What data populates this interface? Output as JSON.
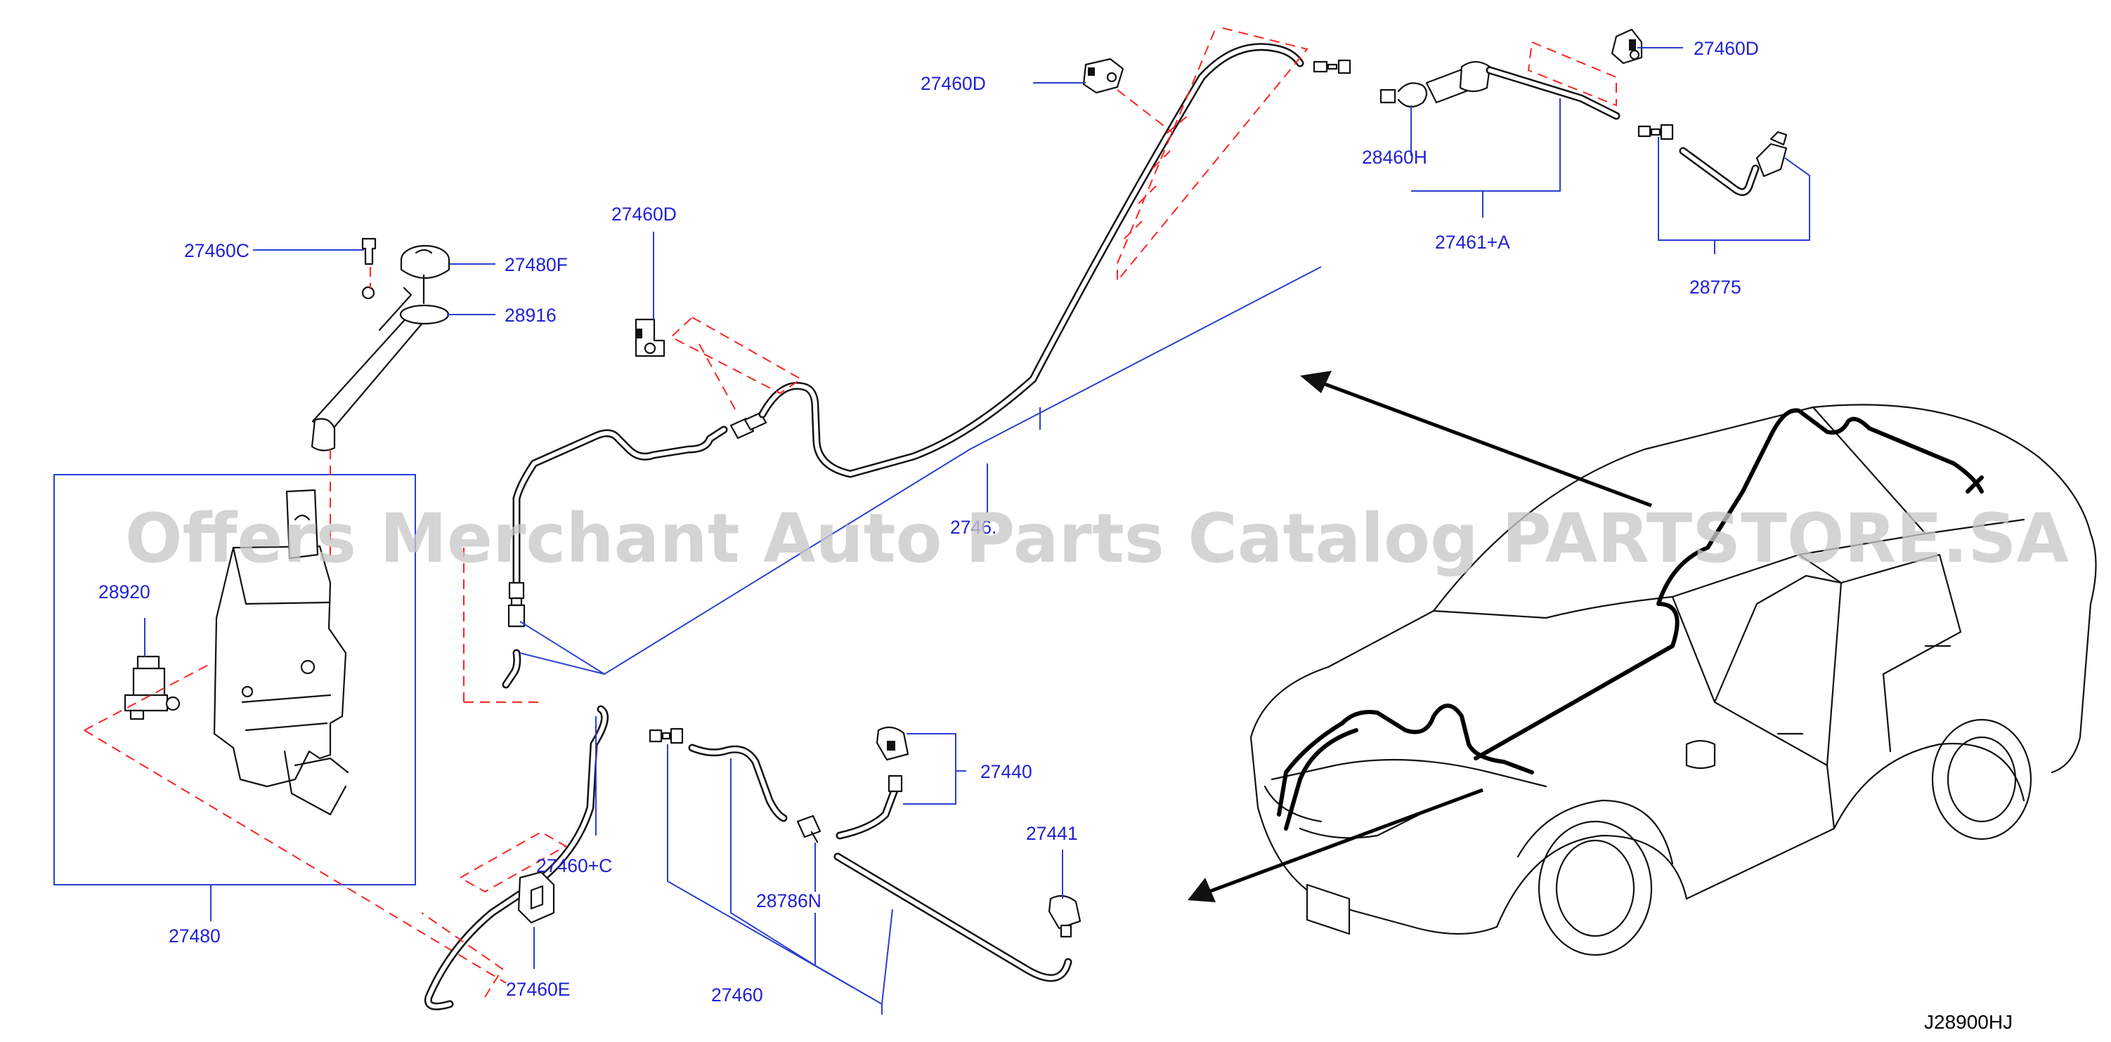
{
  "labels": {
    "l_27460D_top": "27460D",
    "l_27460D_right": "27460D",
    "l_28460H": "28460H",
    "l_27461A": "27461+A",
    "l_28775": "28775",
    "l_27460D_mid": "27460D",
    "l_27460C": "27460C",
    "l_27480F": "27480F",
    "l_28916": "28916",
    "l_28920": "28920",
    "l_27480": "27480",
    "l_27461_partial": "2746.",
    "l_27440": "27440",
    "l_27441": "27441",
    "l_27460C_plus": "27460+C",
    "l_28786N": "28786N",
    "l_27460E": "27460E",
    "l_27460": "27460"
  },
  "watermark": "Offers Merchant Auto Parts Catalog PARTSTORE.SA",
  "diagram_code": "J28900HJ",
  "colors": {
    "callout_text": "#1f1fd6",
    "leader_line": "#2a3fd0",
    "phantom_line": "#ff2222",
    "hose": "#111111",
    "watermark": "#c8c8c8"
  }
}
